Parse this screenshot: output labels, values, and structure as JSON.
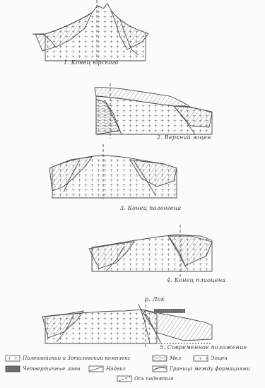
{
  "panels": [
    {
      "caption": "1. Конец юрского"
    },
    {
      "caption": "2. Верхний эоцен"
    },
    {
      "caption": "3. Конец палеогена"
    },
    {
      "caption": "4. Конец плиоцена"
    },
    {
      "caption": "5. Современное положение"
    }
  ],
  "labels": {
    "river_label": "р. Лок"
  },
  "legend": {
    "paleozoic": "Палеозойский и Зоталевский комплекс",
    "chalk": "Мел",
    "eocene": "Эоцен",
    "quaternary": "Четвертичные лавы",
    "overthrust": "Надвиг",
    "boundary": "Граница между формациями",
    "axis": "Ось поднятия"
  },
  "colors": {
    "ink": "#4a4a4a",
    "paper": "#fbfbf7"
  }
}
